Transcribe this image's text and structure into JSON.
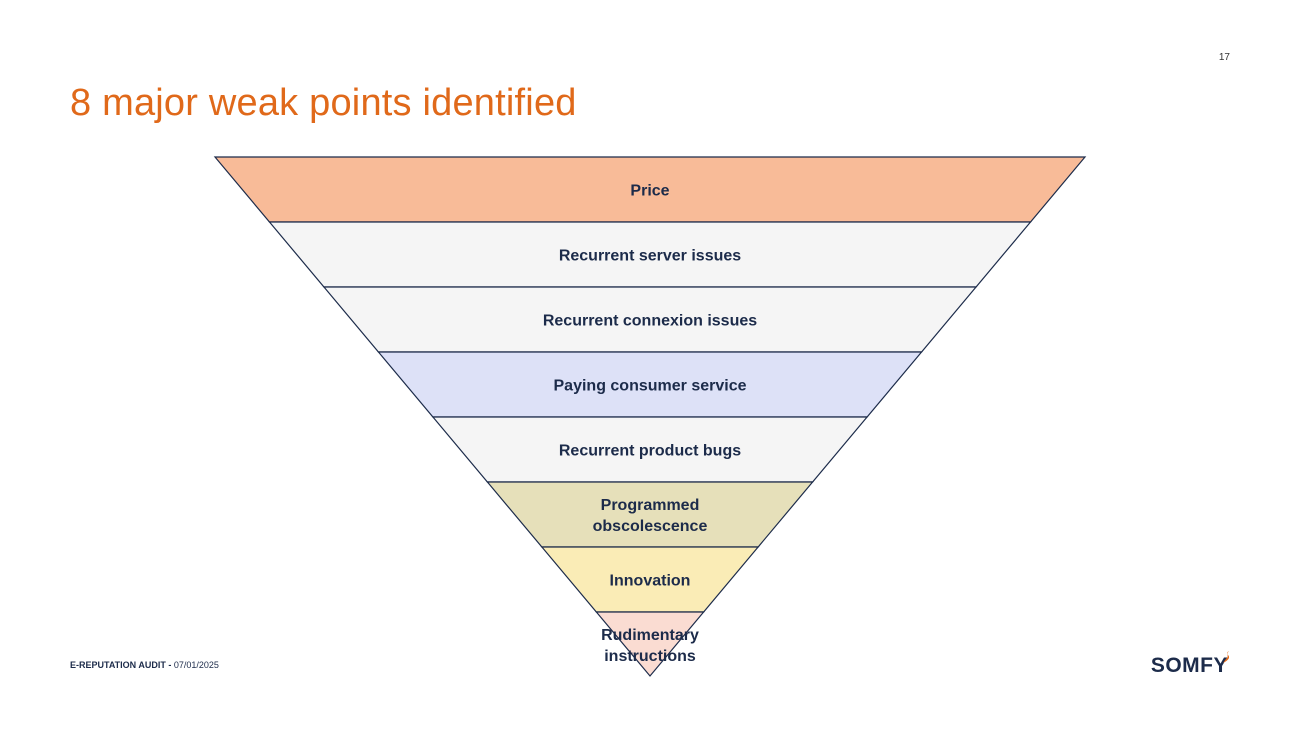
{
  "page_number": "17",
  "title": "8 major weak points identified",
  "funnel": {
    "layers": [
      {
        "lines": [
          "Price"
        ],
        "color": "#F8BB98"
      },
      {
        "lines": [
          "Recurrent server issues"
        ],
        "color": "#F5F5F5"
      },
      {
        "lines": [
          "Recurrent connexion issues"
        ],
        "color": "#F5F5F5"
      },
      {
        "lines": [
          "Paying consumer service"
        ],
        "color": "#DDE1F7"
      },
      {
        "lines": [
          "Recurrent product bugs"
        ],
        "color": "#F5F5F5"
      },
      {
        "lines": [
          "Programmed",
          "obscolescence"
        ],
        "color": "#E6E0BA"
      },
      {
        "lines": [
          "Innovation"
        ],
        "color": "#FAECB6"
      },
      {
        "lines": [
          "Rudimentary",
          "instructions"
        ],
        "color": "#FADCD2"
      }
    ],
    "stroke_color": "#1C2B4A"
  },
  "footer": {
    "label": "E-REPUTATION AUDIT -",
    "date": "07/01/2025"
  },
  "logo": {
    "text": "SOMFY",
    "accent_color": "#E0691A"
  }
}
